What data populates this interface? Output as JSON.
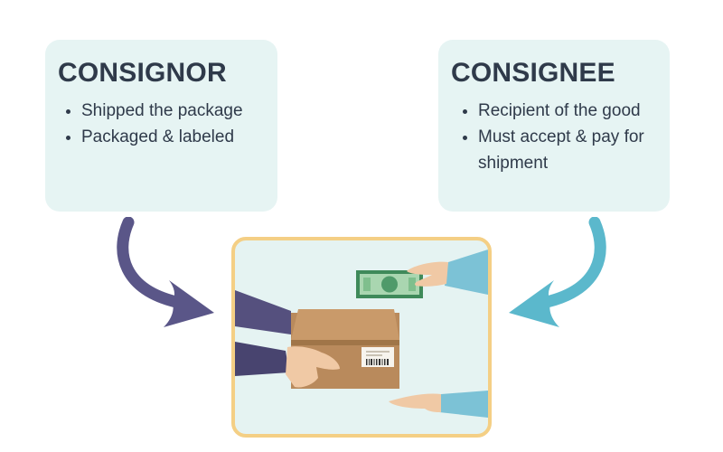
{
  "consignor": {
    "title": "CONSIGNOR",
    "items": [
      "Shipped the package",
      "Packaged & labeled"
    ]
  },
  "consignee": {
    "title": "CONSIGNEE",
    "items": [
      "Recipient of the good",
      "Must accept & pay for shipment"
    ]
  },
  "colors": {
    "card_bg": "#e6f4f3",
    "title_text": "#2f3a4a",
    "left_arrow": "#5a5688",
    "right_arrow": "#5bb8cc",
    "frame_border": "#f4cf85",
    "box_brown": "#b98a5c",
    "sleeve_left": "#55507e",
    "sleeve_right": "#7cc2d6",
    "money_green": "#4f9a6a"
  },
  "icons": {
    "left_arrow": "curved-arrow-down-right-icon",
    "right_arrow": "curved-arrow-down-left-icon",
    "scene": "package-handoff-illustration"
  }
}
